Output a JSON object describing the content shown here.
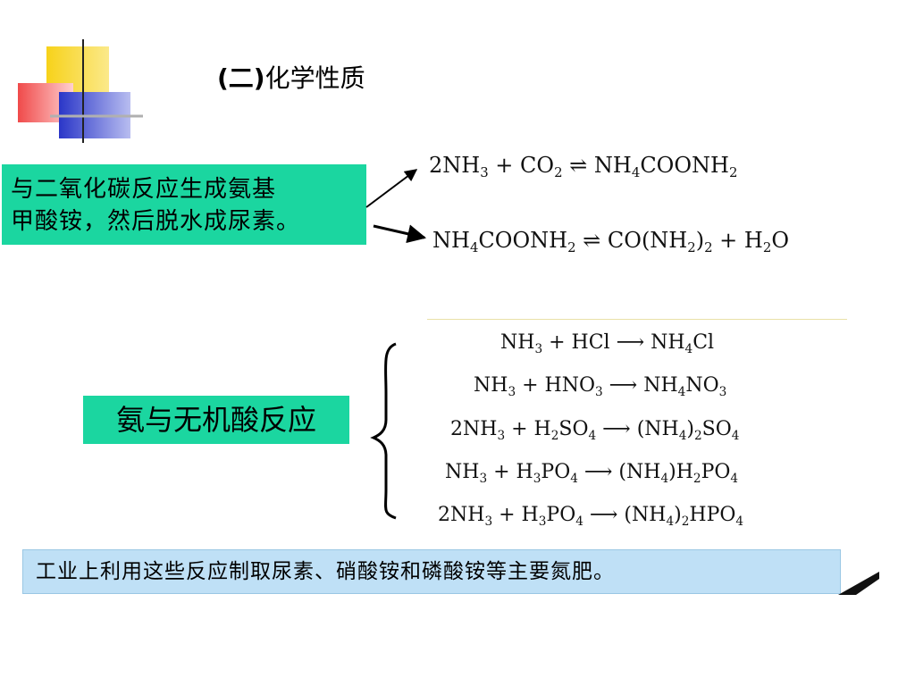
{
  "title": {
    "paren": "(二)",
    "text": "化学性质"
  },
  "box_co2": {
    "line1": "与二氧化碳反应生成氨基",
    "line2": "甲酸铵，然后脱水成尿素。"
  },
  "box_acid": {
    "label": "氨与无机酸反应"
  },
  "note": {
    "text": "工业上利用这些反应制取尿素、硝酸铵和磷酸铵等主要氮肥。"
  },
  "equations_co2": [
    "2NH₃ + CO₂ ⇌ NH₄COONH₂",
    "NH₄COONH₂ ⇌ CO(NH₂)₂ + H₂O"
  ],
  "equations_acid": [
    "NH₃ + HCl → NH₄Cl",
    "NH₃ + HNO₃ → NH₄NO₃",
    "2NH₃ + H₂SO₄ → (NH₄)₂SO₄",
    "NH₃ + H₃PO₄ → (NH₄)H₂PO₄",
    "2NH₃ + H₃PO₄ → (NH₄)₂HPO₄"
  ],
  "colors": {
    "green_box": "#1bd6a0",
    "note_bar": "#bfe0f6",
    "logo_yellow": "#f7d21a",
    "logo_red": "#f04a4a",
    "logo_blue": "#3a46d6"
  },
  "icons": [
    "slide-logo-icon",
    "bracket-icon",
    "arrow-icon",
    "next-slide-icon"
  ]
}
